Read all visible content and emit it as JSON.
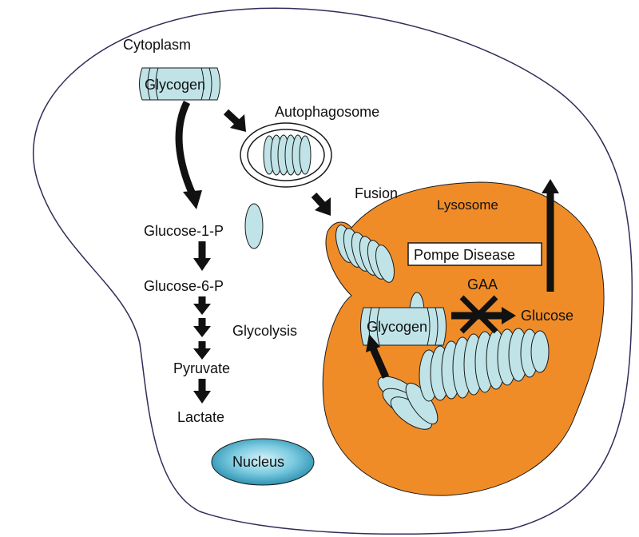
{
  "labels": {
    "cytoplasm": "Cytoplasm",
    "glycogen_top": "Glycogen",
    "autophagosome": "Autophagosome",
    "fusion": "Fusion",
    "lysosome": "Lysosome",
    "pompe_disease": "Pompe Disease",
    "gaa": "GAA",
    "glycogen_lyso": "Glycogen",
    "glucose": "Glucose",
    "glucose_1p": "Glucose-1-P",
    "glucose_6p": "Glucose-6-P",
    "glycolysis": "Glycolysis",
    "pyruvate": "Pyruvate",
    "lactate": "Lactate",
    "nucleus": "Nucleus"
  },
  "colors": {
    "lysosome": "#f08c28",
    "glycogen": "#bfe3e7",
    "cell_outline": "#2e2e5a",
    "nucleus": "#3aa6c4"
  }
}
